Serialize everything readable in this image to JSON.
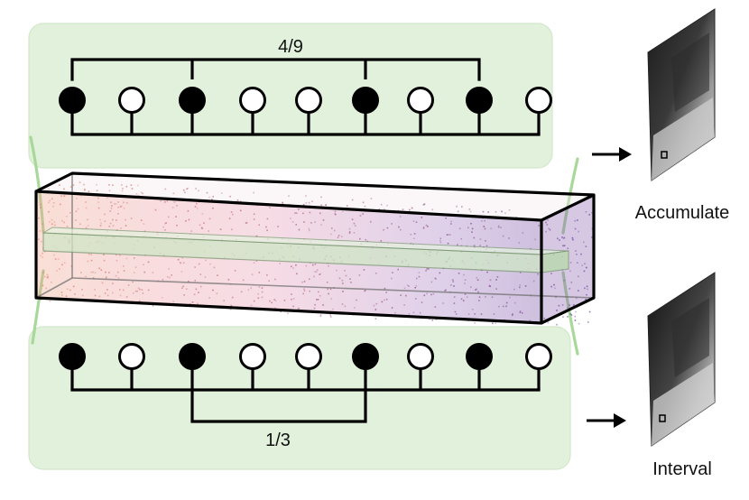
{
  "top_panel": {
    "fraction_label": "4/9",
    "events": [
      1,
      0,
      1,
      0,
      0,
      1,
      0,
      1,
      0
    ]
  },
  "bottom_panel": {
    "fraction_label": "1/3",
    "events": [
      1,
      0,
      1,
      0,
      0,
      1,
      0,
      1,
      0
    ]
  },
  "outputs": {
    "accumulate_label": "Accumulate",
    "interval_label": "Interval"
  },
  "colors": {
    "panel_fill": "#e2f1dc",
    "connector": "#a8d89a",
    "event_warm": "#e8836c",
    "event_cool": "#6a3f9a"
  }
}
